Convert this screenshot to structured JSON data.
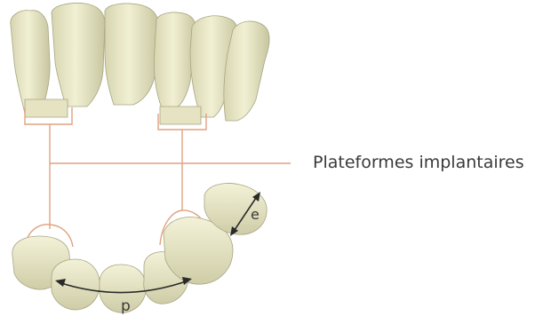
{
  "labels": {
    "platforms": "Plateformes implantaires",
    "p": "p",
    "e": "e"
  },
  "colors": {
    "leader_line": "#e0a27f",
    "tooth_fill": "#ecebc9",
    "tooth_shade": "#c9c7a2",
    "tooth_outline": "#a7a583",
    "arrow": "#2a2a2a",
    "text": "#3a3a3a"
  }
}
